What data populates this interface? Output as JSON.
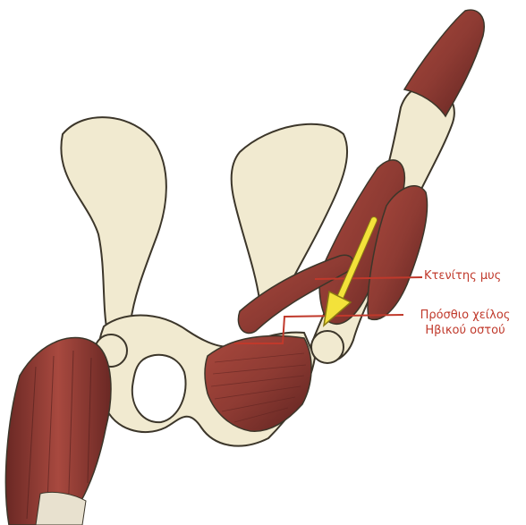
{
  "labels": {
    "pectineus": "Κτενίτης μυς",
    "pubic_line1": "Πρόσθιο χείλος",
    "pubic_line2": "Ηβικού οστού"
  },
  "colors": {
    "bone": "#f1ead0",
    "bone_outline": "#3c362a",
    "muscle": "#8e3b33",
    "muscle_dark": "#5e2320",
    "label": "#c0392b",
    "arrow": "#f3e23a",
    "arrow_outline": "#8a7a12"
  }
}
